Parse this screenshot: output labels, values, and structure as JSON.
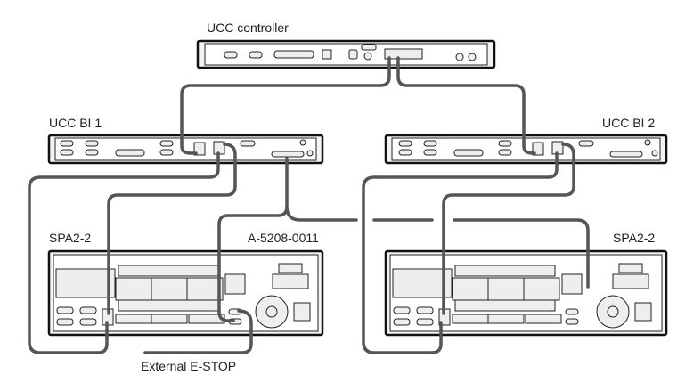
{
  "labels": {
    "controller": "UCC controller",
    "bi1": "UCC BI 1",
    "bi2": "UCC BI 2",
    "spa_left": "SPA2-2",
    "spa_right": "SPA2-2",
    "cable": "A-5208-0011",
    "estop": "External E-STOP"
  },
  "colors": {
    "cable": "#555555",
    "outline": "#111111"
  }
}
